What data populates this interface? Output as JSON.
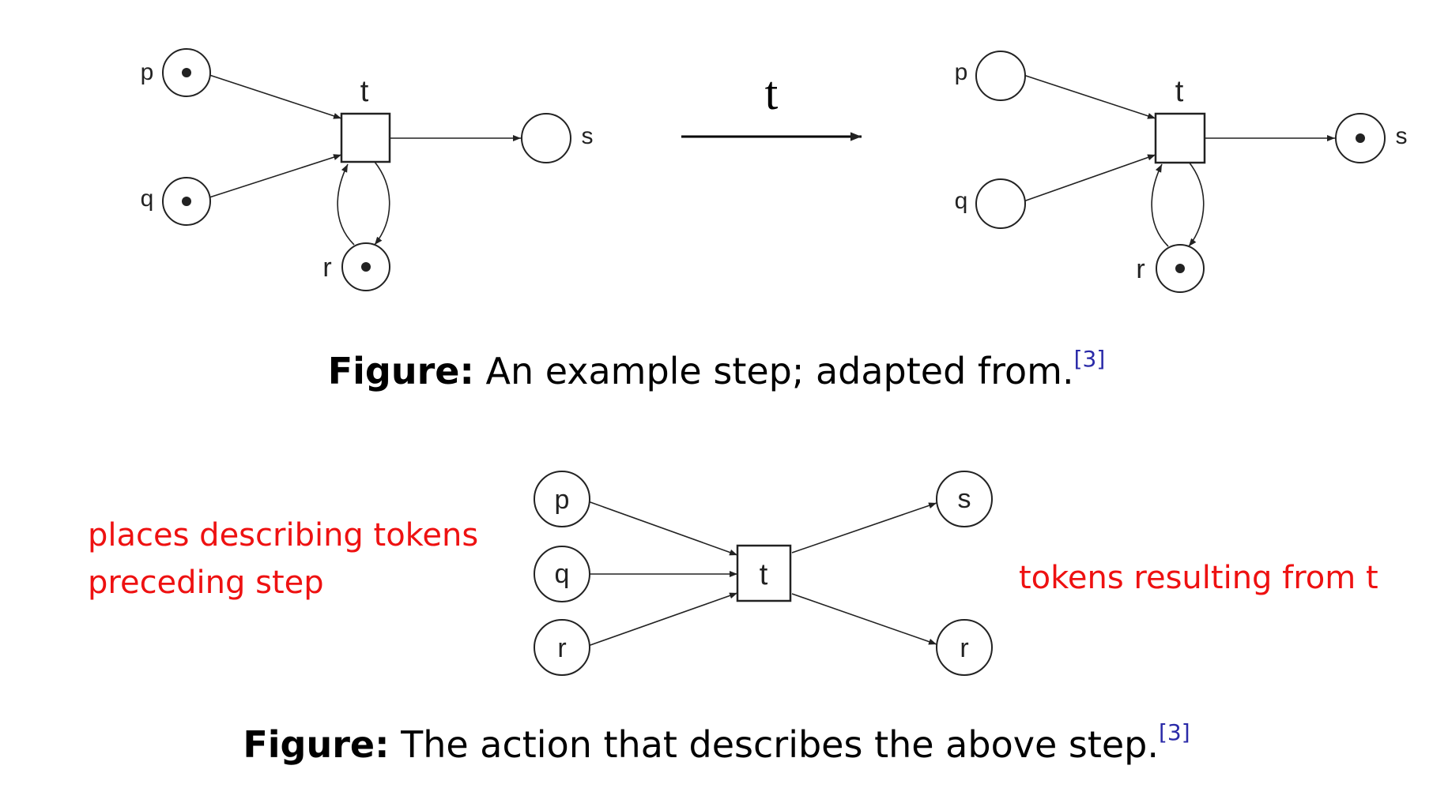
{
  "top_figure": {
    "before": {
      "places": [
        {
          "id": "p",
          "label": "p",
          "tokens": 1
        },
        {
          "id": "q",
          "label": "q",
          "tokens": 1
        },
        {
          "id": "r",
          "label": "r",
          "tokens": 1
        },
        {
          "id": "s",
          "label": "s",
          "tokens": 0
        }
      ],
      "transition": {
        "label": "t"
      }
    },
    "step_arrow_label": "t",
    "after": {
      "places": [
        {
          "id": "p",
          "label": "p",
          "tokens": 0
        },
        {
          "id": "q",
          "label": "q",
          "tokens": 0
        },
        {
          "id": "r",
          "label": "r",
          "tokens": 1
        },
        {
          "id": "s",
          "label": "s",
          "tokens": 1
        }
      ],
      "transition": {
        "label": "t"
      }
    },
    "caption": {
      "bold": "Figure:",
      "text": " An example step; adapted from.",
      "ref": "[3]"
    }
  },
  "bottom_figure": {
    "input_places": [
      "p",
      "q",
      "r"
    ],
    "transition": "t",
    "output_places": [
      "s",
      "r"
    ],
    "left_note": [
      "places describing tokens",
      "preceding step"
    ],
    "right_note": "tokens resulting from t",
    "caption": {
      "bold": "Figure:",
      "text": " The action that describes the above step.",
      "ref": "[3]"
    }
  },
  "colors": {
    "note": "#ee1111",
    "ref": "#2a2aa8",
    "stroke": "#222222"
  }
}
